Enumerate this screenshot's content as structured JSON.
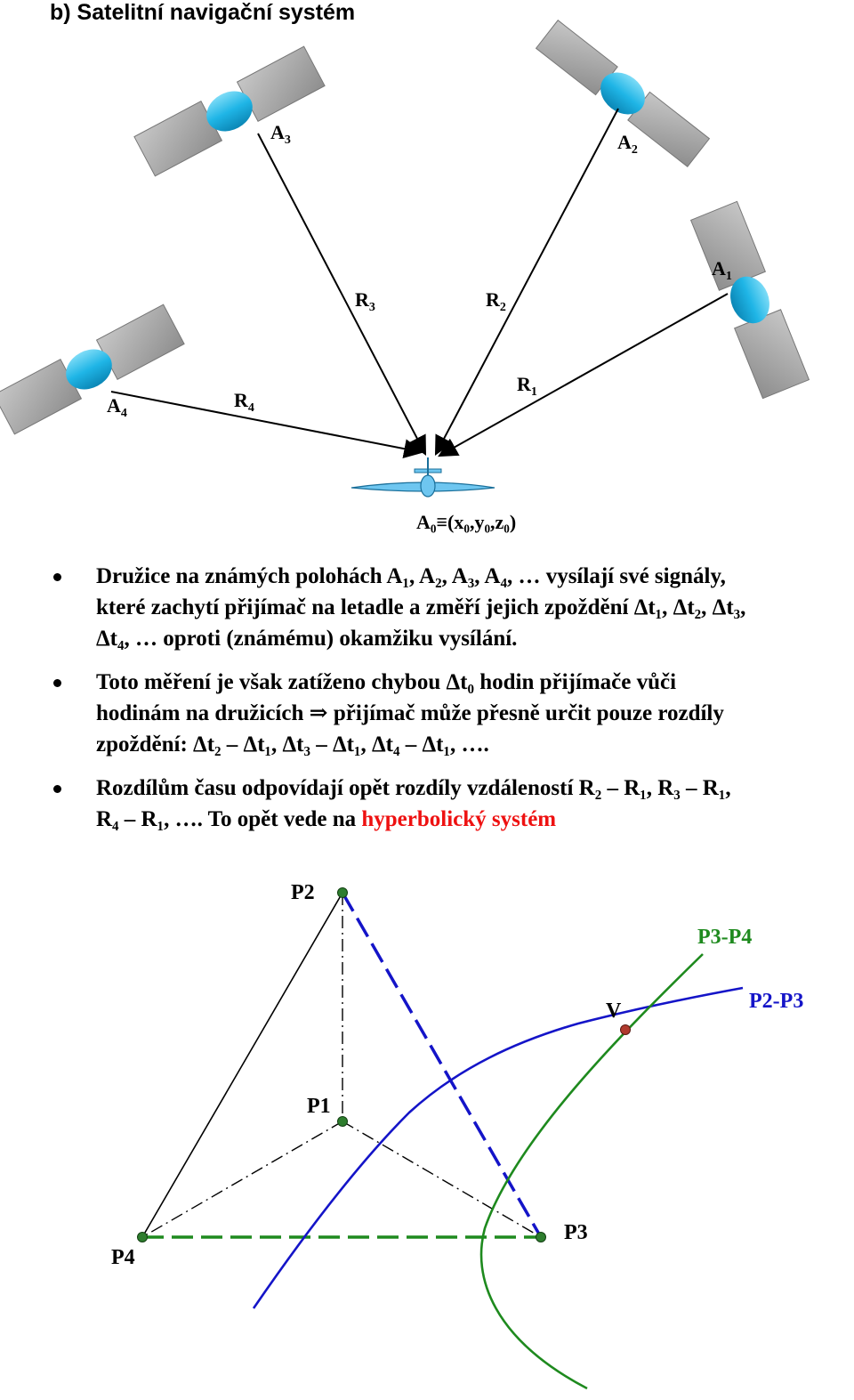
{
  "heading": "b) Satelitní navigační systém",
  "diagram1": {
    "satellites": [
      {
        "label": "A",
        "index": "1"
      },
      {
        "label": "A",
        "index": "2"
      },
      {
        "label": "A",
        "index": "3"
      },
      {
        "label": "A",
        "index": "4"
      }
    ],
    "ranges": [
      {
        "label": "R",
        "index": "1"
      },
      {
        "label": "R",
        "index": "2"
      },
      {
        "label": "R",
        "index": "3"
      },
      {
        "label": "R",
        "index": "4"
      }
    ],
    "receiver_label": "A₀≡(x₀,y₀,z₀)",
    "colors": {
      "satellite_body": "#1fb5e6",
      "panel": "#a9a9a9",
      "plane": "#6ec6f0"
    }
  },
  "bullets": [
    {
      "lines": [
        "Družice na známých polohách A₁, A₂, A₃, A₄, … vysílají své signály,",
        "které zachytí přijímač na letadle a změří jejich zpoždění Δt₁, Δt₂, Δt₃,",
        "Δt₄, …  oproti  (známému) okamžiku vysílání."
      ]
    },
    {
      "lines": [
        "Toto měření je však zatíženo chybou Δt₀ hodin přijímače vůči",
        "hodinám na družicích ⇒ přijímač může přesně určit pouze rozdíly",
        "zpoždění: Δt₂ – Δt₁, Δt₃ – Δt₁, Δt₄ – Δt₁, …."
      ]
    },
    {
      "lines": [
        "Rozdílům času odpovídají opět rozdíly vzdáleností  R₂ – R₁,  R₃ – R₁,",
        "R₄ – R₁, …. To opět vede na "
      ],
      "highlight": "hyperbolický systém"
    }
  ],
  "diagram2": {
    "points": {
      "p1": "P1",
      "p2": "P2",
      "p3": "P3",
      "p4": "P4",
      "v": "V"
    },
    "curves": {
      "green": "P3-P4",
      "blue": "P2-P3"
    },
    "colors": {
      "green": "#1e8a1e",
      "blue": "#1414c8",
      "point": "#2e7d2e",
      "v_point": "#b03a2e",
      "highlight": "#ee1111"
    }
  }
}
